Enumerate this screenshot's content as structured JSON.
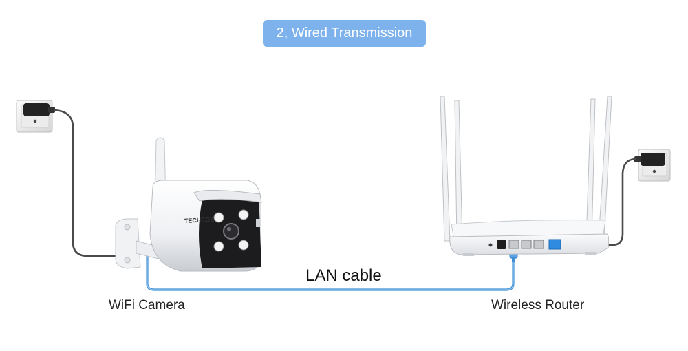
{
  "title": "2, Wired Transmission",
  "labels": {
    "camera": "WiFi Camera",
    "router": "Wireless Router",
    "cable": "LAN cable"
  },
  "camera_brand": "TECHEGE",
  "colors": {
    "badge": "#7eb2ec",
    "lan_cable": "#3c8fd6",
    "power_cable": "#4a4a4a",
    "device_white": "#f4f5f7"
  }
}
